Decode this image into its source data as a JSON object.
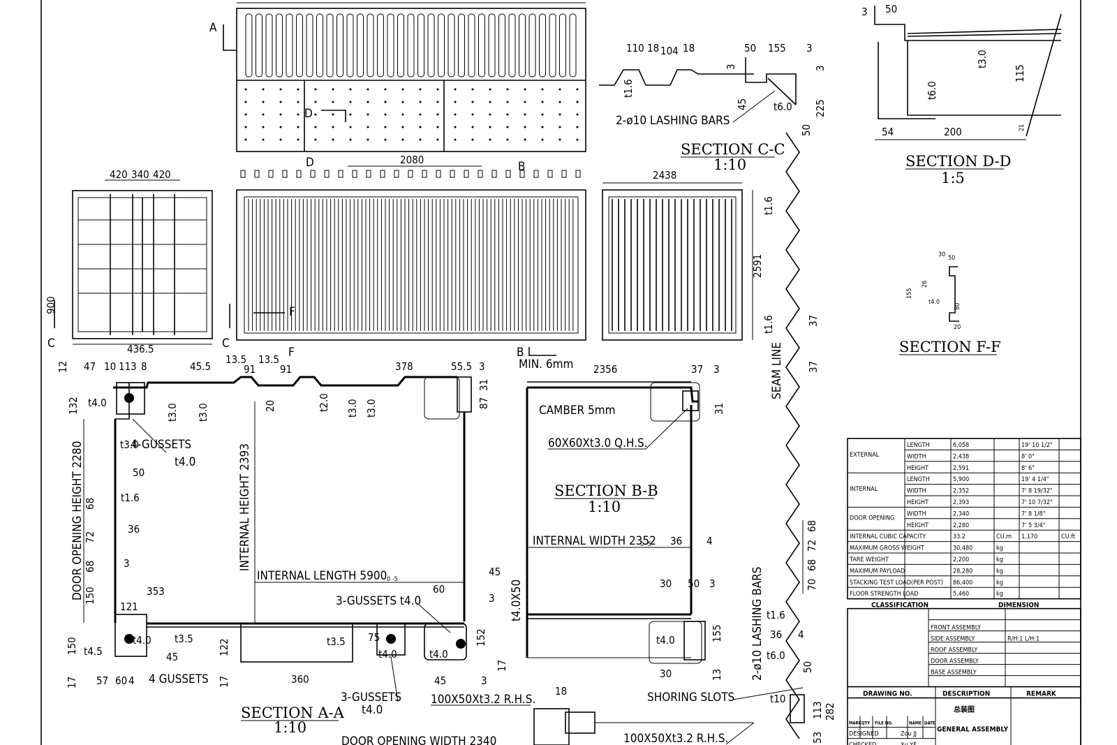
{
  "labels": {
    "section_cc": "SECTION C-C",
    "scale_cc": "1:10",
    "section_dd": "SECTION D-D",
    "scale_dd": "1:5",
    "section_ff": "SECTION F-F",
    "section_bb": "SECTION B-B",
    "scale_bb": "1:10",
    "section_aa": "SECTION A-A",
    "scale_aa": "1:10",
    "lashing_bars_cc": "2-ø10 LASHING BARS",
    "lashing_bars_side": "2-ø10 LASHING BARS",
    "seam_line": "SEAM LINE",
    "gussets_4_t4": "4-GUSSETS",
    "gussets_4_t4_val": "t4.0",
    "gussets_3_a": "3-GUSSETS t4.0",
    "gussets_3_b": "3-GUSSETS",
    "gussets_3_b_val": "t4.0",
    "gussets_4": "4 GUSSETS",
    "camber": "CAMBER 5mm",
    "min6": "MIN. 6mm",
    "qhs": "60X60Xt3.0 Q.H.S.",
    "rhs_a": "100X50Xt3.2 R.H.S.",
    "rhs_b": "100X50Xt3.2 R.H.S.",
    "shoring": "SHORING SLOTS",
    "int_length": "INTERNAL LENGTH 5900",
    "int_length_tol": "0 -5",
    "int_width": "INTERNAL WIDTH 2352",
    "int_width_tol": "0 -5",
    "int_height": "INTERNAL HEIGHT 2393",
    "door_height": "DOOR OPENING HEIGHT 2280",
    "door_width": "DOOR OPENING WIDTH 2340",
    "t4x50": "t4.0X50",
    "markA": "A",
    "markB": "B",
    "markC": "C",
    "markD": "D",
    "markF": "F"
  },
  "dims": {
    "top": [
      "110",
      "18",
      "104",
      "18",
      "3",
      "50",
      "155",
      "3",
      "3",
      "45",
      "225",
      "50",
      "t1.6",
      "t6.0"
    ],
    "dd": [
      "3",
      "50",
      "t3.0",
      "115",
      "t6.0",
      "54",
      "200",
      "21"
    ],
    "ff": [
      "30",
      "50",
      "26",
      "155",
      "t4.0",
      "80",
      "20"
    ],
    "front": [
      "420",
      "340",
      "420",
      "436.5",
      "900"
    ],
    "side": [
      "2080"
    ],
    "end": [
      "2438",
      "2591"
    ],
    "seam": [
      "t1.6",
      "t1.6",
      "37",
      "37",
      "68",
      "72",
      "68",
      "70"
    ],
    "aa_top": [
      "12",
      "47",
      "10",
      "113",
      "8",
      "45.5",
      "13.5",
      "13.5",
      "91",
      "91",
      "378",
      "55.5",
      "3",
      "132",
      "t4.0",
      "t3.0",
      "t3.0",
      "20",
      "t2.0",
      "t3.0",
      "t3.0",
      "87",
      "31"
    ],
    "aa_left": [
      "t3.0",
      "50",
      "68",
      "t1.6",
      "72",
      "36",
      "68",
      "3",
      "150",
      "150",
      "17",
      "t4.5",
      "57",
      "60",
      "4"
    ],
    "aa_bottom": [
      "353",
      "121",
      "t4.0",
      "t3.5",
      "45",
      "122",
      "17",
      "t3.5",
      "75",
      "t4.0",
      "t4.0",
      "360",
      "45",
      "3",
      "17",
      "152",
      "60",
      "45",
      "3"
    ],
    "bb": [
      "2356",
      "37",
      "3",
      "31",
      "36",
      "4",
      "30",
      "50",
      "3",
      "t4.0",
      "155",
      "30",
      "13",
      "t1.6",
      "36",
      "4",
      "t6.0",
      "50",
      "113",
      "282",
      "t10",
      "53",
      "18"
    ]
  },
  "table": {
    "rows": [
      {
        "group": "EXTERNAL",
        "item": "LENGTH",
        "mm": "6,058",
        "ft": "19' 10 1/2\""
      },
      {
        "group": "",
        "item": "WIDTH",
        "mm": "2,438",
        "ft": "8' 0\""
      },
      {
        "group": "",
        "item": "HEIGHT",
        "mm": "2,591",
        "ft": "8' 6\""
      },
      {
        "group": "INTERNAL",
        "item": "LENGTH",
        "mm": "5,900",
        "ft": "19' 4 1/4\""
      },
      {
        "group": "",
        "item": "WIDTH",
        "mm": "2,352",
        "ft": "7' 8 19/32\""
      },
      {
        "group": "",
        "item": "HEIGHT",
        "mm": "2,393",
        "ft": "7' 10 7/32\""
      },
      {
        "group": "DOOR OPENING",
        "item": "WIDTH",
        "mm": "2,340",
        "ft": "7' 8 1/8\""
      },
      {
        "group": "",
        "item": "HEIGHT",
        "mm": "2,280",
        "ft": "7' 5 3/4\""
      }
    ],
    "tail": [
      {
        "label": "INTERNAL CUBIC CAPACITY",
        "val": "33.2",
        "unit": "CU.m",
        "extra": "1,170",
        "extra_unit": "CU.ft"
      },
      {
        "label": "MAXIMUM GROSS WEIGHT",
        "val": "30,480",
        "unit": "kg"
      },
      {
        "label": "TARE WEIGHT",
        "val": "2,200",
        "unit": "kg"
      },
      {
        "label": "MAXIMUM PAYLOAD",
        "val": "28,280",
        "unit": "kg"
      },
      {
        "label": "STACKING TEST LOAD(PER POST)",
        "val": "86,400",
        "unit": "kg"
      },
      {
        "label": "FLOOR STRENGTH LOAD",
        "val": "5,460",
        "unit": "kg"
      }
    ],
    "classification": "CLASSIFICATION",
    "dimension": "DIMENSION",
    "assemblies": [
      "FRONT ASSEMBLY",
      "SIDE ASSEMBLY",
      "ROOF ASSEMBLY",
      "DOOR ASSEMBLY",
      "BASE ASSEMBLY"
    ],
    "ratio": "R/H:1 L/H:1",
    "drawing_no": "DRAWING NO.",
    "description": "DESCRIPTION",
    "remark": "REMARK",
    "title_cn": "总装图",
    "title_en": "GENERAL ASSEMBLY",
    "title_headers": [
      "MARK",
      "QTY",
      "FILE NO.",
      "NAME",
      "DATE"
    ],
    "designed": "DESIGNED",
    "designed_by": "Zou JJ",
    "checked": "CHECKED",
    "checked_by": "Xu YF"
  }
}
